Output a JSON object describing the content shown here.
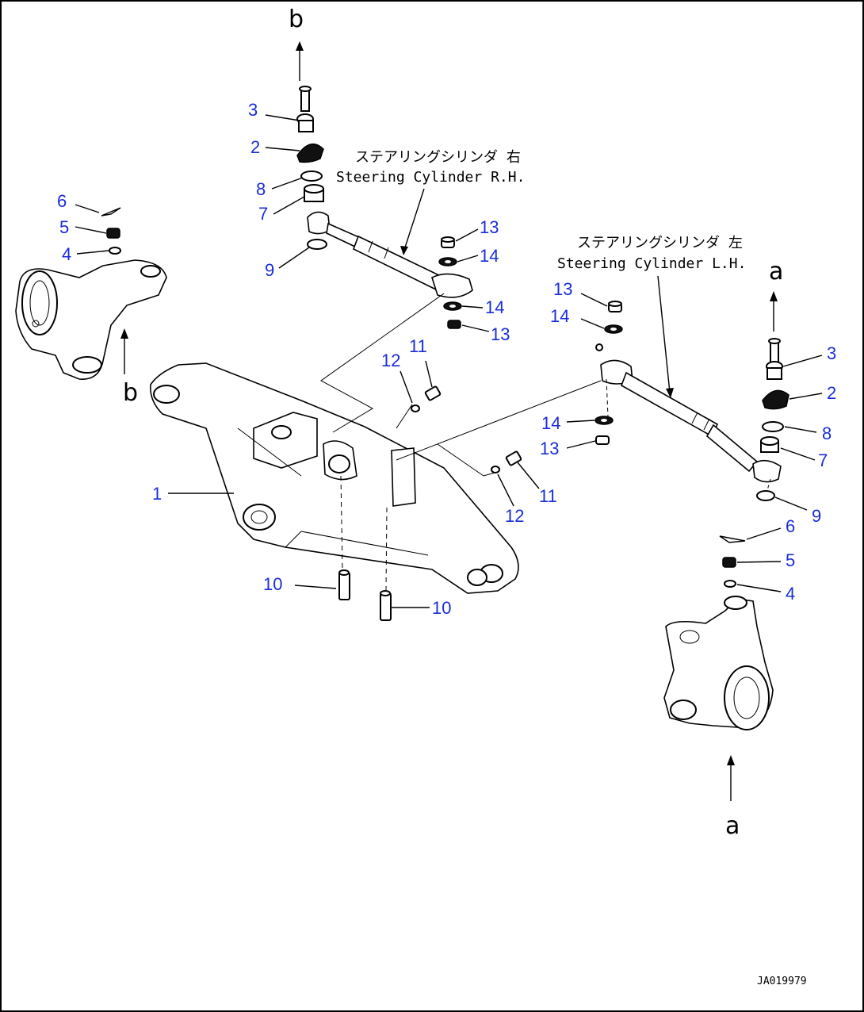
{
  "captions": {
    "cyl_rh_ja": "ステアリングシリンダ 右",
    "cyl_rh_en": "Steering Cylinder R.H.",
    "cyl_lh_ja": "ステアリングシリンダ 左",
    "cyl_lh_en": "Steering Cylinder L.H."
  },
  "markers": {
    "a": "a",
    "b": "b"
  },
  "drawing_code": "JA019979",
  "callouts": [
    "1",
    "2",
    "3",
    "4",
    "5",
    "6",
    "7",
    "8",
    "9",
    "10",
    "11",
    "12",
    "13",
    "14"
  ],
  "colors": {
    "callout": "#1a2dd8",
    "line": "#000000"
  }
}
